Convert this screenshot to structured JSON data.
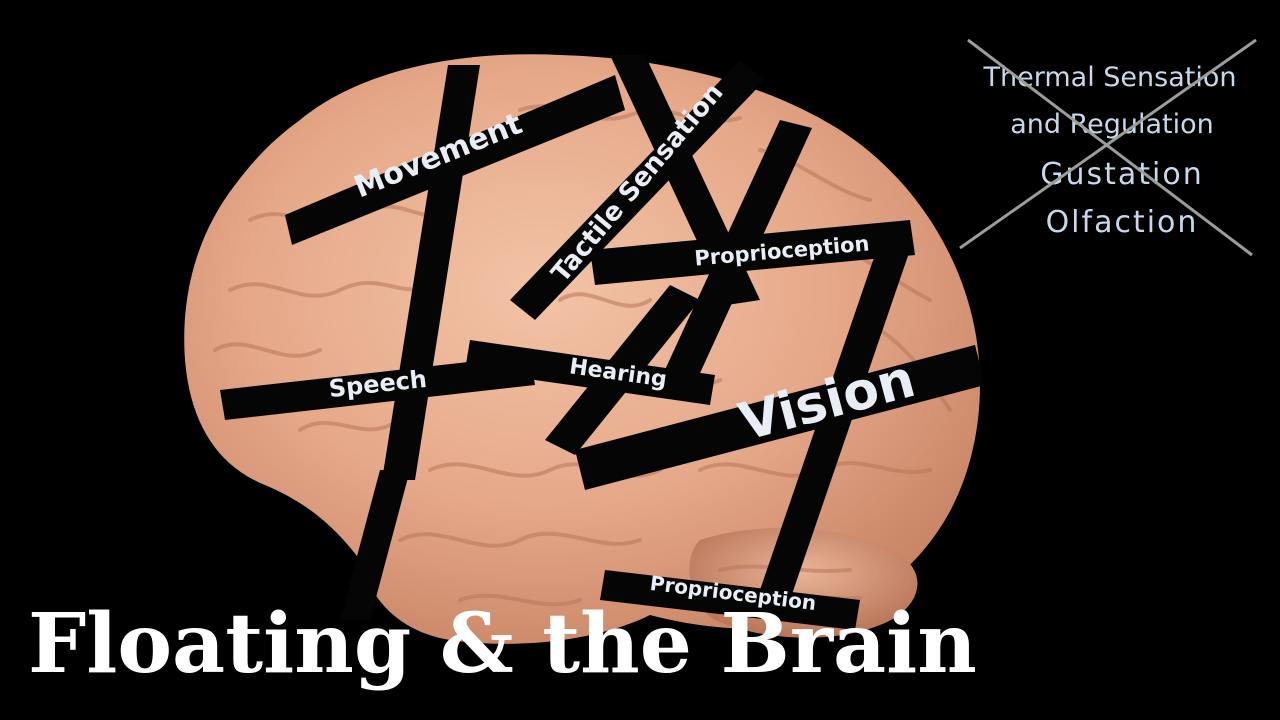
{
  "title": "Floating & the Brain",
  "brain_labels": {
    "movement": "Movement",
    "tactile": "Tactile Sensation",
    "proprioception_top": "Proprioception",
    "speech": "Speech",
    "hearing": "Hearing",
    "vision": "Vision",
    "proprioception_bottom": "Proprioception"
  },
  "crossed_out": {
    "line1": "Thermal Sensation",
    "line2": "and Regulation",
    "line3": "Gustation",
    "line4": "Olfaction"
  },
  "colors": {
    "background": "#000000",
    "brain": "#e9ad90",
    "tape": "#050505",
    "label_text": "#e9eef6"
  }
}
